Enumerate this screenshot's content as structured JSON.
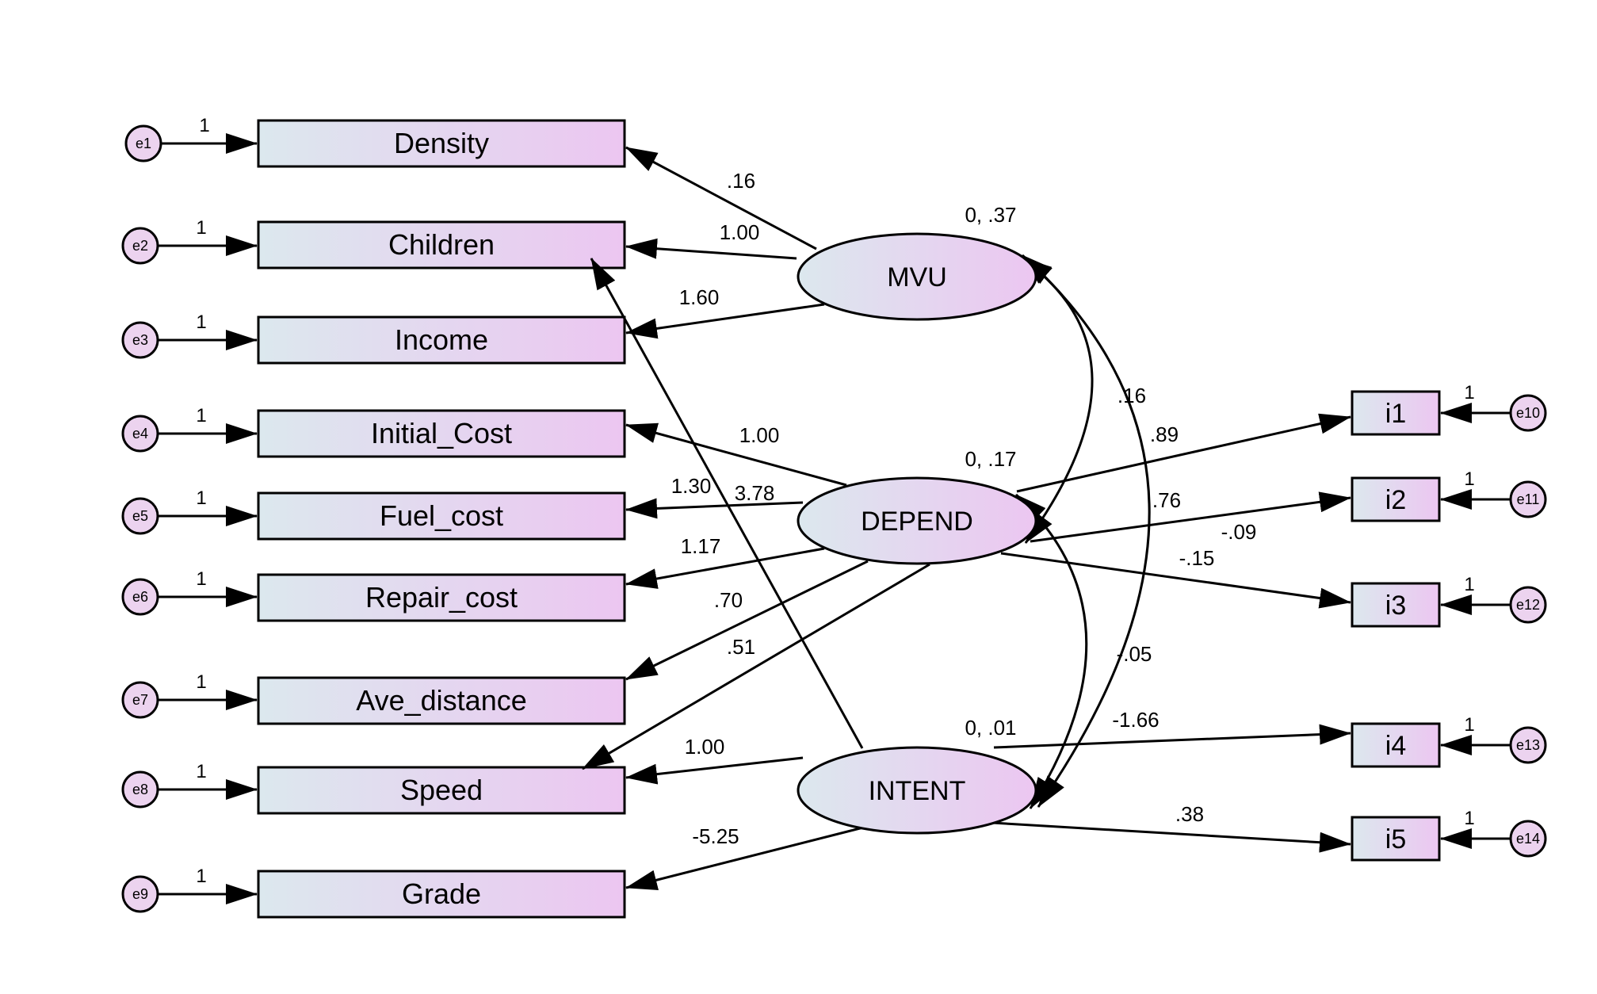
{
  "observed": [
    {
      "id": "density",
      "label": "Density"
    },
    {
      "id": "children",
      "label": "Children"
    },
    {
      "id": "income",
      "label": "Income"
    },
    {
      "id": "initial_cost",
      "label": "Initial_Cost"
    },
    {
      "id": "fuel_cost",
      "label": "Fuel_cost"
    },
    {
      "id": "repair_cost",
      "label": "Repair_cost"
    },
    {
      "id": "ave_distance",
      "label": "Ave_distance"
    },
    {
      "id": "speed",
      "label": "Speed"
    },
    {
      "id": "grade",
      "label": "Grade"
    }
  ],
  "indicators": [
    {
      "id": "i1",
      "label": "i1"
    },
    {
      "id": "i2",
      "label": "i2"
    },
    {
      "id": "i3",
      "label": "i3"
    },
    {
      "id": "i4",
      "label": "i4"
    },
    {
      "id": "i5",
      "label": "i5"
    }
  ],
  "latents": [
    {
      "id": "mvu",
      "label": "MVU",
      "variance_label": "0, .37"
    },
    {
      "id": "depend",
      "label": "DEPEND",
      "variance_label": "0, .17"
    },
    {
      "id": "intent",
      "label": "INTENT",
      "variance_label": "0, .01"
    }
  ],
  "errors": [
    {
      "id": "e1",
      "label": "e1",
      "target": "density",
      "weight": "1"
    },
    {
      "id": "e2",
      "label": "e2",
      "target": "children",
      "weight": "1"
    },
    {
      "id": "e3",
      "label": "e3",
      "target": "income",
      "weight": "1"
    },
    {
      "id": "e4",
      "label": "e4",
      "target": "initial_cost",
      "weight": "1"
    },
    {
      "id": "e5",
      "label": "e5",
      "target": "fuel_cost",
      "weight": "1"
    },
    {
      "id": "e6",
      "label": "e6",
      "target": "repair_cost",
      "weight": "1"
    },
    {
      "id": "e7",
      "label": "e7",
      "target": "ave_distance",
      "weight": "1"
    },
    {
      "id": "e8",
      "label": "e8",
      "target": "speed",
      "weight": "1"
    },
    {
      "id": "e9",
      "label": "e9",
      "target": "grade",
      "weight": "1"
    },
    {
      "id": "e10",
      "label": "e10",
      "target": "i1",
      "weight": "1"
    },
    {
      "id": "e11",
      "label": "e11",
      "target": "i2",
      "weight": "1"
    },
    {
      "id": "e12",
      "label": "e12",
      "target": "i3",
      "weight": "1"
    },
    {
      "id": "e13",
      "label": "e13",
      "target": "i4",
      "weight": "1"
    },
    {
      "id": "e14",
      "label": "e14",
      "target": "i5",
      "weight": "1"
    }
  ],
  "paths": [
    {
      "from": "mvu",
      "to": "density",
      "coef": ".16"
    },
    {
      "from": "mvu",
      "to": "children",
      "coef": "1.00"
    },
    {
      "from": "mvu",
      "to": "income",
      "coef": "1.60"
    },
    {
      "from": "depend",
      "to": "initial_cost",
      "coef": "1.00"
    },
    {
      "from": "depend",
      "to": "fuel_cost",
      "coef": "1.30"
    },
    {
      "from": "depend",
      "to": "repair_cost",
      "coef": "1.17"
    },
    {
      "from": "depend",
      "to": "ave_distance",
      "coef": ".70"
    },
    {
      "from": "depend",
      "to": "speed",
      "coef": ".51"
    },
    {
      "from": "intent",
      "to": "children",
      "coef": "3.78"
    },
    {
      "from": "intent",
      "to": "speed",
      "coef": "1.00"
    },
    {
      "from": "intent",
      "to": "grade",
      "coef": "-5.25"
    },
    {
      "from": "depend",
      "to": "i1",
      "coef": ".89"
    },
    {
      "from": "depend",
      "to": "i2",
      "coef": ".76"
    },
    {
      "from": "depend",
      "to": "i3",
      "coef": "-.15"
    },
    {
      "from": "intent",
      "to": "i4",
      "coef": "-1.66"
    },
    {
      "from": "intent",
      "to": "i5",
      "coef": ".38"
    }
  ],
  "covariances": [
    {
      "between": [
        "mvu",
        "depend"
      ],
      "coef": ".16"
    },
    {
      "between": [
        "mvu",
        "intent"
      ],
      "coef": "-.09"
    },
    {
      "between": [
        "depend",
        "intent"
      ],
      "coef": "-.05"
    }
  ],
  "colors": {
    "fill_light": "#dde7ef",
    "fill_pink": "#ecc8f0",
    "stroke": "#000000"
  }
}
